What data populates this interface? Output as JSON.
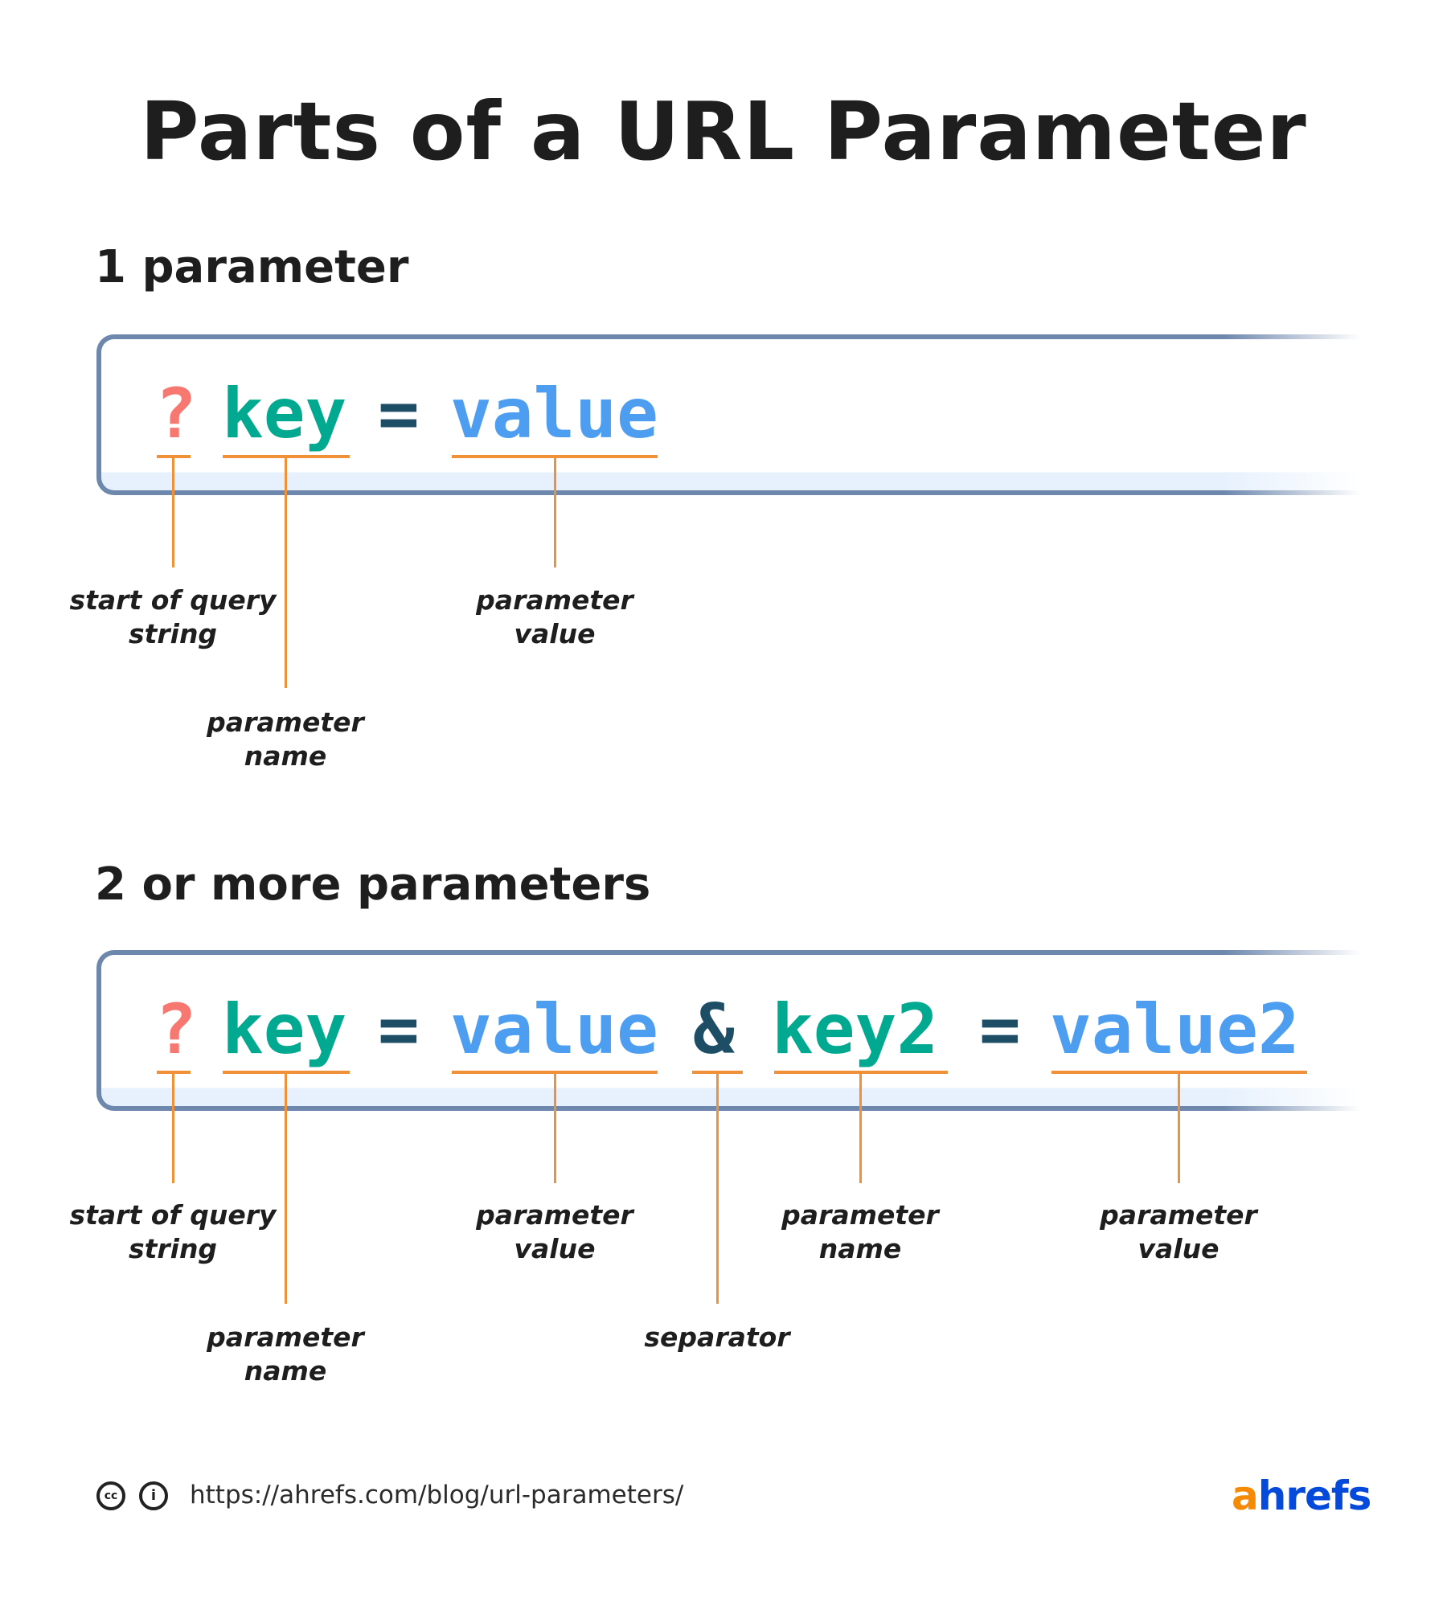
{
  "title": "Parts of a URL Parameter",
  "section1": {
    "heading": "1 parameter",
    "tokens": [
      {
        "text": "?",
        "color": "#f77870"
      },
      {
        "text": "key",
        "color": "#00a98f"
      },
      {
        "text": "=",
        "color": "#1d4e66"
      },
      {
        "text": "value",
        "color": "#4d9df1"
      }
    ],
    "labels": [
      "start of query string",
      "parameter name",
      "parameter value"
    ]
  },
  "section2": {
    "heading": "2 or more parameters",
    "tokens": [
      {
        "text": "?",
        "color": "#f77870"
      },
      {
        "text": "key",
        "color": "#00a98f"
      },
      {
        "text": "=",
        "color": "#1d4e66"
      },
      {
        "text": "value",
        "color": "#4d9df1"
      },
      {
        "text": "&",
        "color": "#1d4e66"
      },
      {
        "text": "key2",
        "color": "#00a98f"
      },
      {
        "text": "=",
        "color": "#1d4e66"
      },
      {
        "text": "value2",
        "color": "#4d9df1"
      }
    ],
    "labels": [
      "start of query string",
      "parameter name",
      "parameter value",
      "separator",
      "parameter name",
      "parameter value"
    ]
  },
  "footer": {
    "url": "https://ahrefs.com/blog/url-parameters/",
    "cc_icon": "cc",
    "by_icon": "i",
    "logo_a": "a",
    "logo_rest": "hrefs"
  },
  "colors": {
    "underline": "#f0913a",
    "border": "#6d87ad",
    "logo_orange": "#f58a07",
    "logo_blue": "#054ada"
  }
}
